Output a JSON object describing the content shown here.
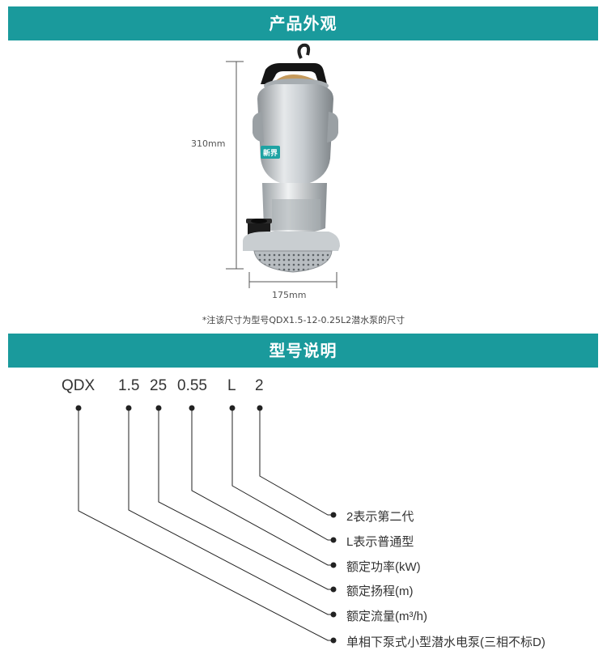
{
  "sections": {
    "appearance_title": "产品外观",
    "model_title": "型号说明"
  },
  "dimensions": {
    "height": "310mm",
    "width": "175mm",
    "note": "*注该尺寸为型号QDX1.5-12-0.25L2潜水泵的尺寸"
  },
  "product": {
    "logo_text": "新界"
  },
  "model_code": {
    "parts": [
      "QDX",
      "1.5",
      "25",
      "0.55",
      "L",
      "2"
    ]
  },
  "legend": {
    "items": [
      "2表示第二代",
      "L表示普通型",
      "额定功率(kW)",
      "额定扬程(m)",
      "额定流量(m³/h)",
      "单相下泵式小型潜水电泵(三相不标D)"
    ]
  },
  "colors": {
    "banner": "#1a9a9c"
  }
}
